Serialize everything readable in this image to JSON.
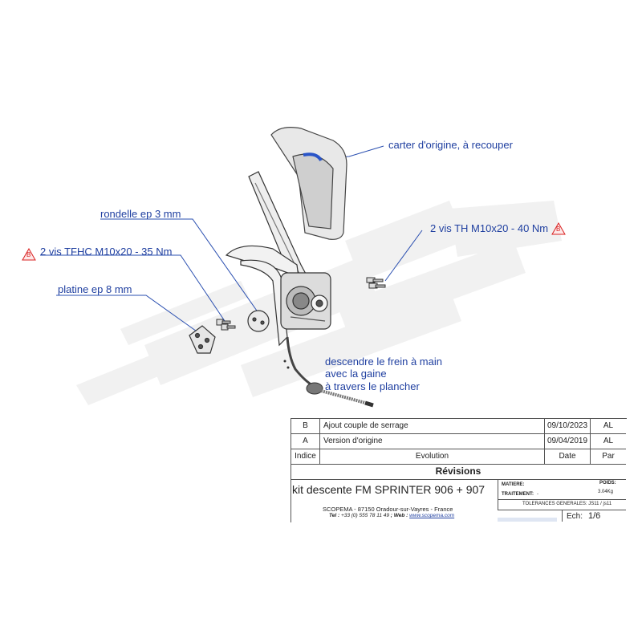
{
  "annotations": {
    "carter": "carter d'origine, à recouper",
    "rondelle": "rondelle ep 3 mm",
    "vis_th": "2 vis TH M10x20 - 40 Nm",
    "vis_tfhc": "2 vis TFHC M10x20 - 35 Nm",
    "platine": "platine ep 8 mm",
    "frein_line1": "descendre le frein à main",
    "frein_line2": "avec la gaine",
    "frein_line3": "à travers le plancher",
    "revision_mark": "B"
  },
  "title_block": {
    "revisions": [
      {
        "index": "B",
        "evolution": "Ajout couple de serrage",
        "date": "09/10/2023",
        "by": "AL"
      },
      {
        "index": "A",
        "evolution": "Version d'origine",
        "date": "09/04/2019",
        "by": "AL"
      }
    ],
    "headers": {
      "index": "Indice",
      "evolution": "Evolution",
      "date": "Date",
      "by": "Par"
    },
    "revisions_title": "Révisions",
    "product": "kit descente FM SPRINTER 906 + 907",
    "matiere_label": "MATIERE:",
    "traitement_label": "TRAITEMENT:",
    "traitement_value": "-",
    "poids_label": "POIDS:",
    "poids_value": "3.04Kg",
    "tolerances": "TOLERANCES GENERALES: JS11 / js11",
    "company": "SCOPEMA - 87150 Oradour-sur-Vayres - France",
    "contact_prefix": "Tel : ",
    "phone": "+33 (0) 555 78 11 49",
    "web_prefix": " ; Web : ",
    "web": "www.scopema.com",
    "scale_label": "Ech:",
    "scale_value": "1/6"
  },
  "colors": {
    "annotation": "#1f3fa0",
    "revision_triangle": "#d92020",
    "watermark": "#f0f0f0"
  }
}
